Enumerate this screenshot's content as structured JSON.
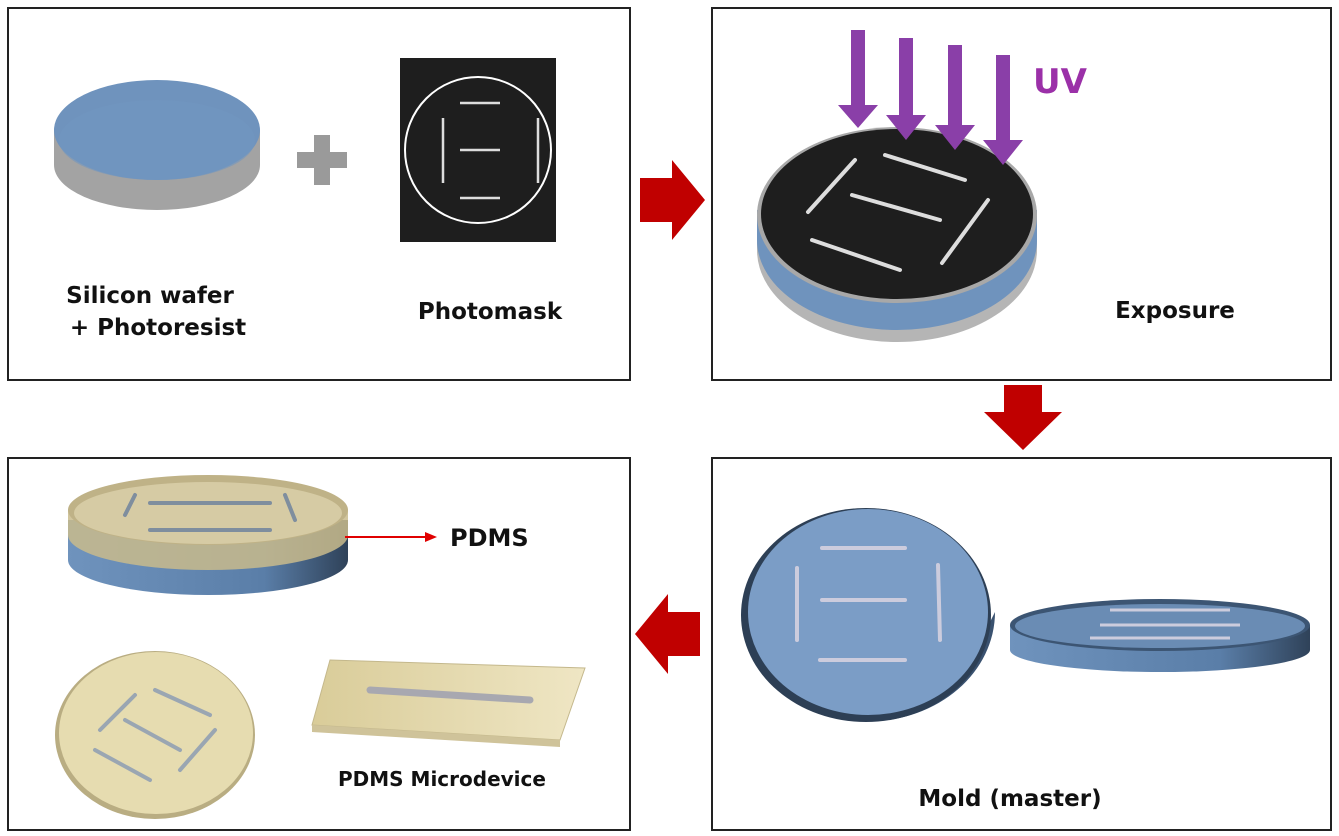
{
  "panels": {
    "materials": {
      "wafer_line1": "Silicon wafer",
      "wafer_line2": "+ Photoresist",
      "mask": "Photomask"
    },
    "exposure": {
      "uv": "UV",
      "label": "Exposure"
    },
    "mold": {
      "label": "Mold (master)"
    },
    "pdms": {
      "pdms": "PDMS",
      "device": "PDMS Microdevice"
    }
  },
  "colors": {
    "flow_arrow": "#c00000",
    "uv_arrow": "#8a3fa8",
    "uv_text": "#9b30a8",
    "wafer_blue": "#6f93bd",
    "pdms_tan": "#e6dcb0",
    "mask": "#1e1e1e"
  },
  "icons": {
    "flow": "block-arrow",
    "plus": "plus-icon",
    "uv": "down-arrow"
  }
}
